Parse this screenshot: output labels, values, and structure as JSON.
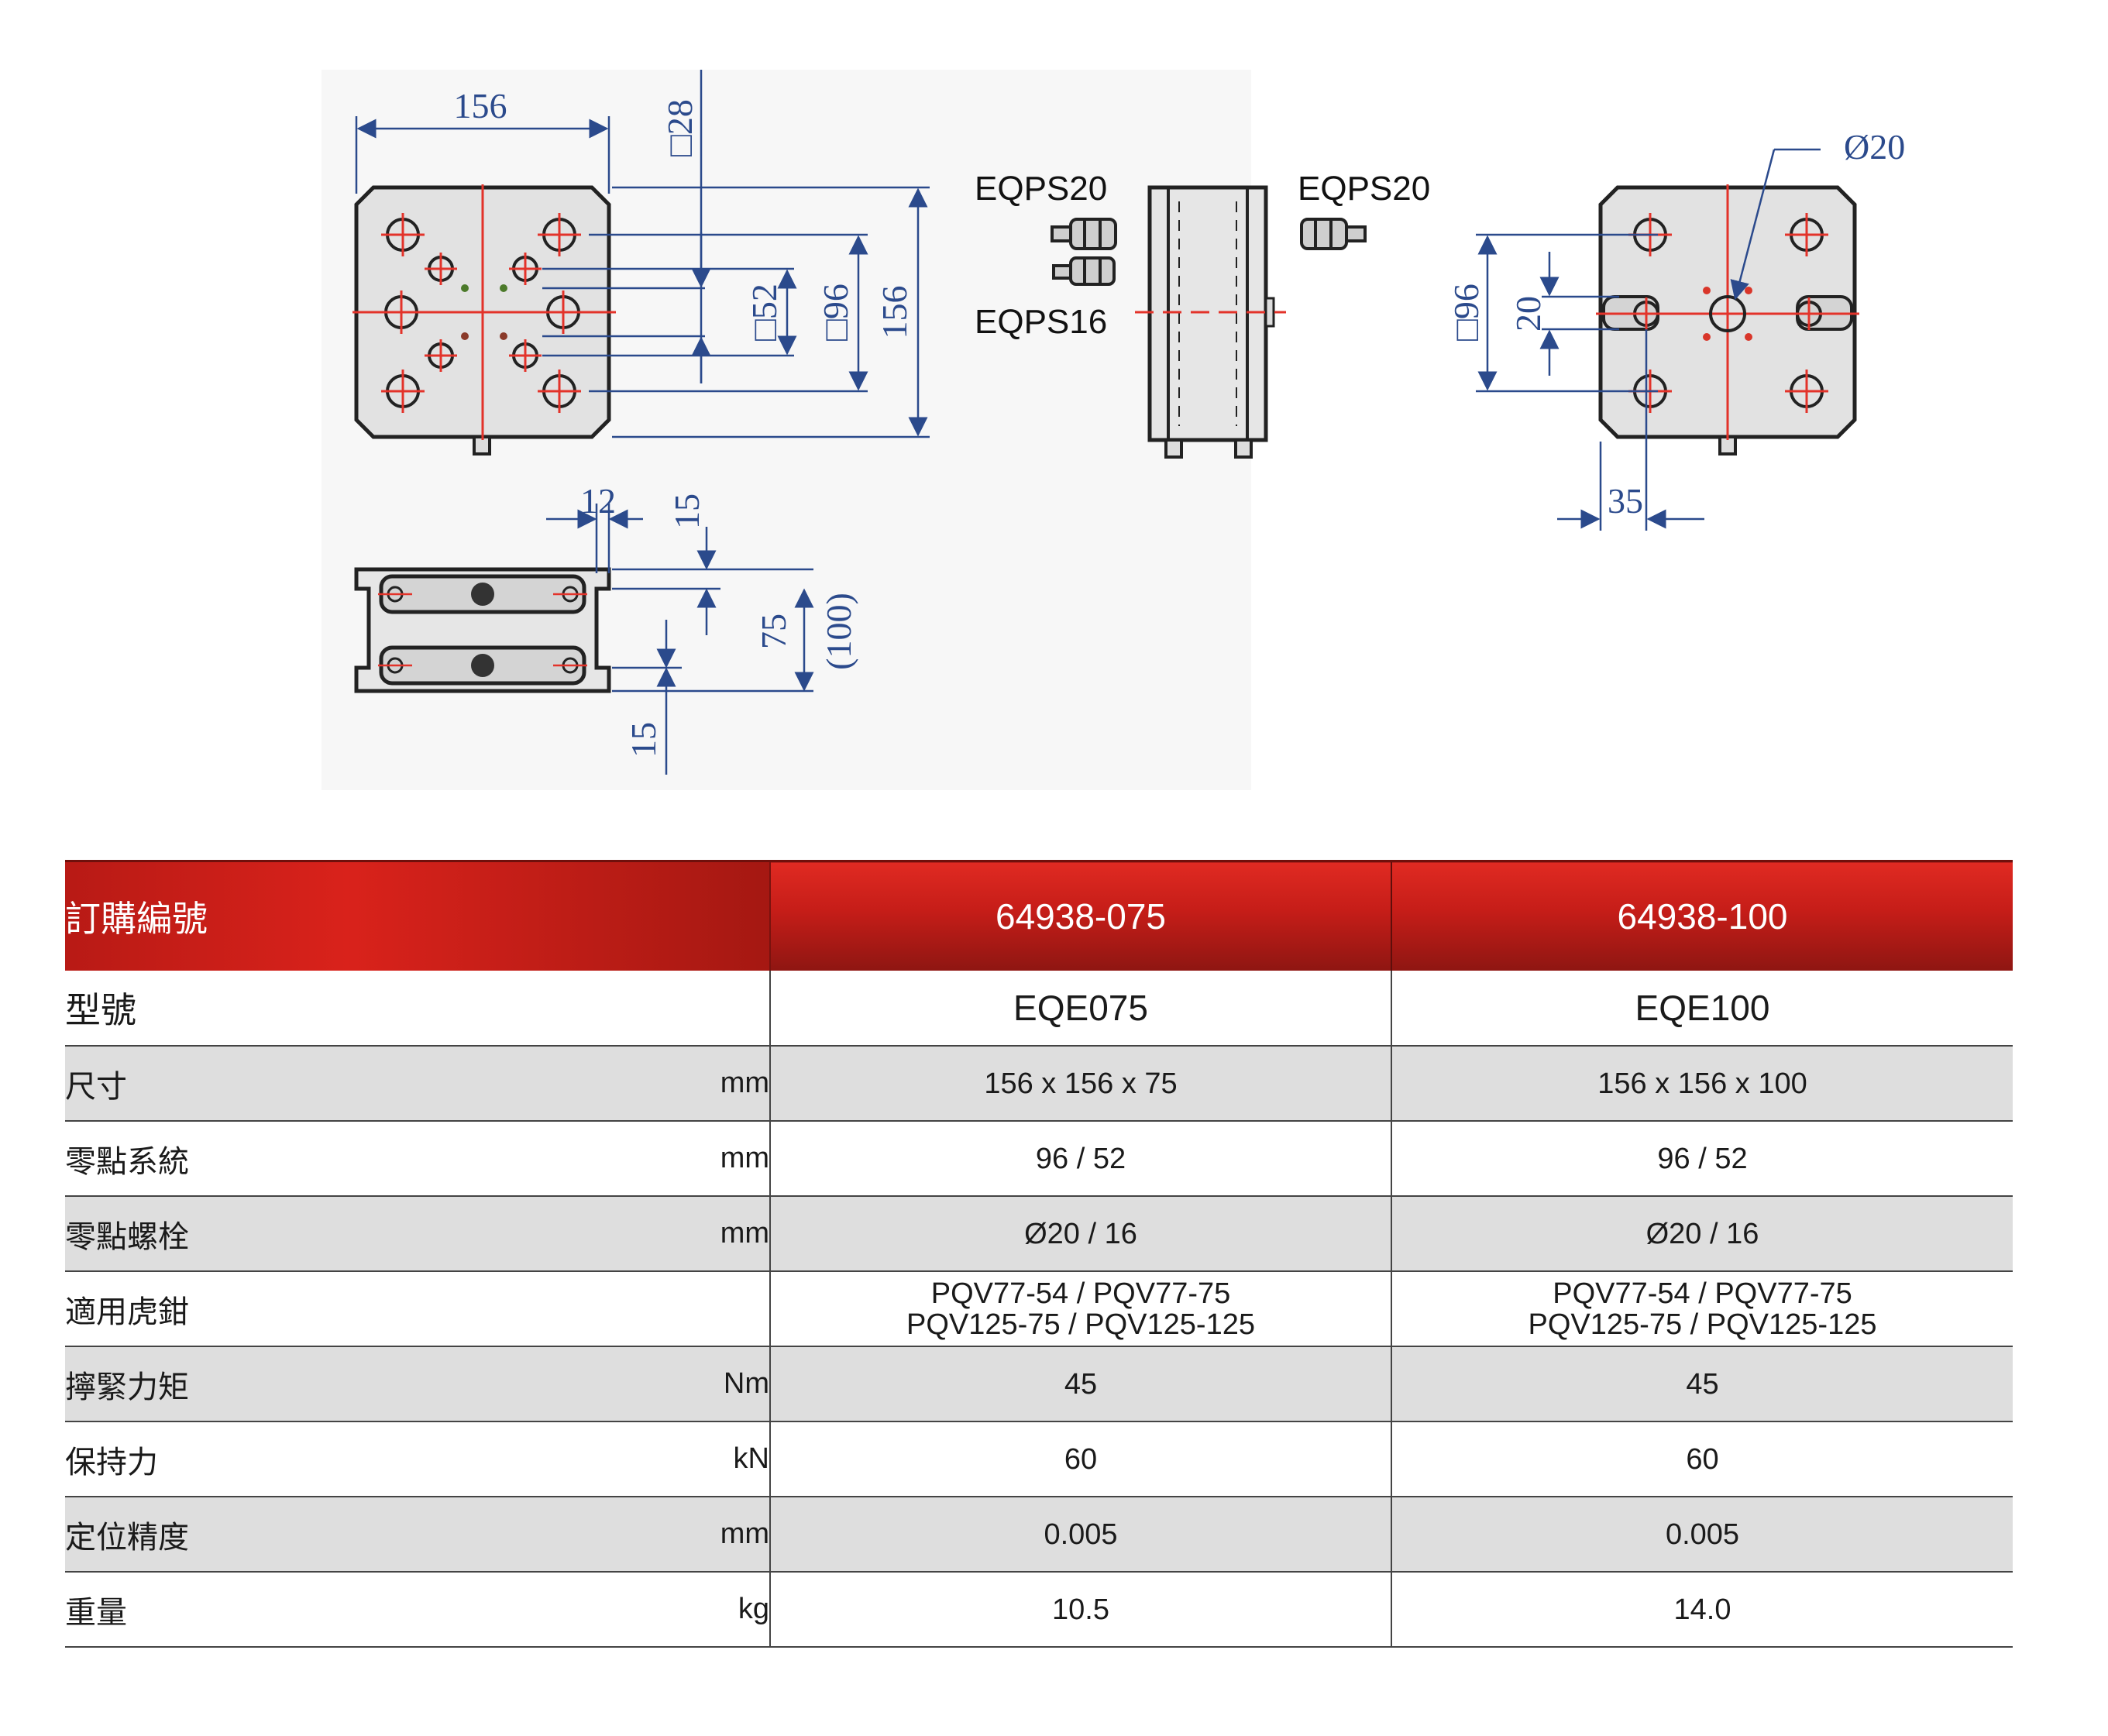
{
  "drawing": {
    "top_view": {
      "width": "156",
      "slot": "□28",
      "inner": "□52",
      "mid": "□96",
      "height": "156"
    },
    "side_view": {
      "a": "12",
      "b": "15",
      "c": "75",
      "d": "(100)",
      "e": "15"
    },
    "front_view": {
      "label1": "EQPS20",
      "label2": "EQPS16",
      "label3": "EQPS20"
    },
    "bottom_view": {
      "dia": "Ø20",
      "pitch": "□96",
      "gap": "20",
      "offset": "35"
    }
  },
  "table": {
    "header": {
      "label": "訂購編號",
      "col1": "64938-075",
      "col2": "64938-100"
    },
    "model": {
      "label": "型號",
      "col1": "EQE075",
      "col2": "EQE100"
    },
    "rows": [
      {
        "label": "尺寸",
        "unit": "mm",
        "v1": "156 x 156 x 75",
        "v2": "156 x 156 x 100"
      },
      {
        "label": "零點系統",
        "unit": "mm",
        "v1": "96 / 52",
        "v2": "96 / 52"
      },
      {
        "label": "零點螺栓",
        "unit": "mm",
        "v1": "Ø20 / 16",
        "v2": "Ø20 / 16"
      },
      {
        "label": "適用虎鉗",
        "unit": "",
        "v1a": "PQV77-54 / PQV77-75",
        "v1b": "PQV125-75 / PQV125-125",
        "v2a": "PQV77-54 / PQV77-75",
        "v2b": "PQV125-75 / PQV125-125"
      },
      {
        "label": "擰緊力矩",
        "unit": "Nm",
        "v1": "45",
        "v2": "45"
      },
      {
        "label": "保持力",
        "unit": "kN",
        "v1": "60",
        "v2": "60"
      },
      {
        "label": "定位精度",
        "unit": "mm",
        "v1": "0.005",
        "v2": "0.005"
      },
      {
        "label": "重量",
        "unit": "kg",
        "v1": "10.5",
        "v2": "14.0"
      }
    ]
  }
}
